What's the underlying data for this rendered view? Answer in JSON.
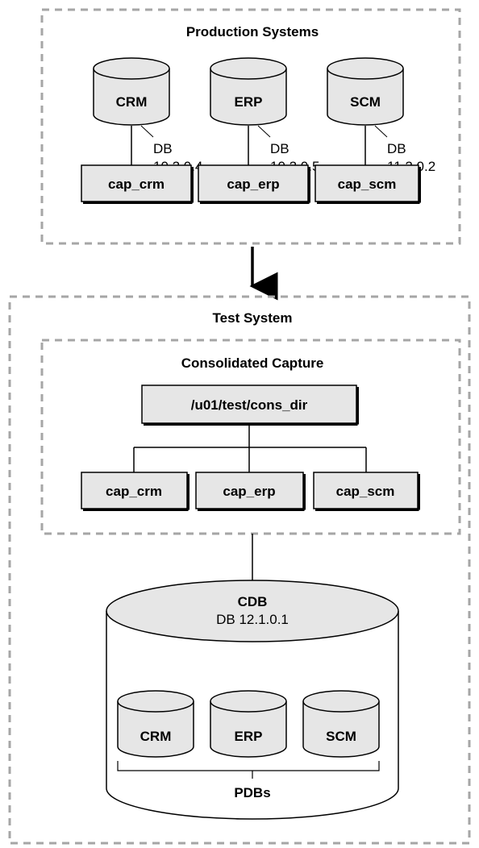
{
  "production": {
    "title": "Production Systems",
    "systems": [
      {
        "db": "CRM",
        "version_label": "DB",
        "version": "10.2.0.4",
        "capture": "cap_crm"
      },
      {
        "db": "ERP",
        "version_label": "DB",
        "version": "10.2.0.5",
        "capture": "cap_erp"
      },
      {
        "db": "SCM",
        "version_label": "DB",
        "version": "11.2.0.2",
        "capture": "cap_scm"
      }
    ]
  },
  "test": {
    "title": "Test System",
    "consolidated": {
      "title": "Consolidated Capture",
      "directory": "/u01/test/cons_dir",
      "captures": [
        "cap_crm",
        "cap_erp",
        "cap_scm"
      ]
    },
    "cdb": {
      "name": "CDB",
      "version": "DB 12.1.0.1",
      "pdbs": [
        "CRM",
        "ERP",
        "SCM"
      ],
      "pdbs_label": "PDBs"
    }
  },
  "colors": {
    "cylinder_fill": "#e6e6e6",
    "box_fill": "#e6e6e6",
    "dashed_border": "#a6a6a6",
    "line": "#000000"
  }
}
